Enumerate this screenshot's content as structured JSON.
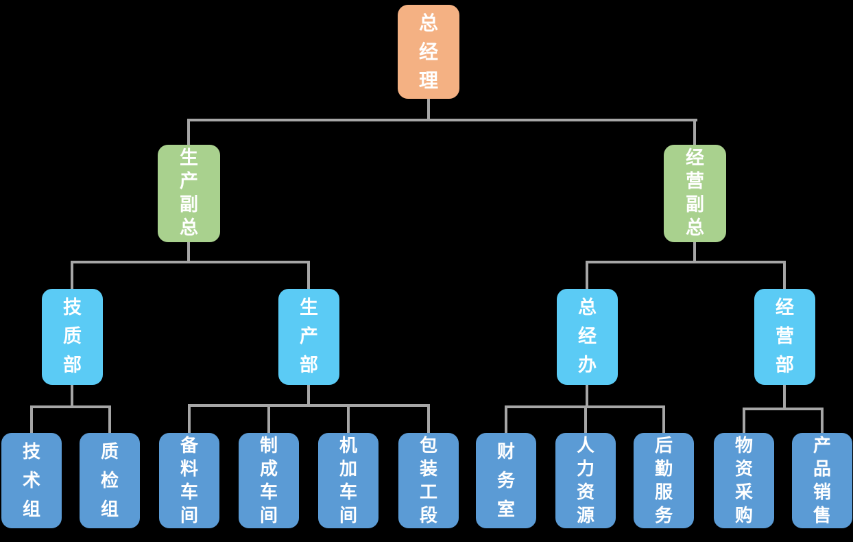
{
  "diagram": {
    "type": "org-chart",
    "background": "#000000",
    "connector_color": "#A6A6A6",
    "text_color": "#FFFFFF",
    "level_colors": {
      "level1": "#F4B183",
      "level2": "#A9D18E",
      "level3": "#5BCBF5",
      "level4": "#5B9BD5"
    }
  },
  "org_tree": {
    "label": "总经理",
    "children": [
      {
        "label": "生产副总",
        "children": [
          {
            "label": "技质部",
            "children": [
              {
                "label": "技术组"
              },
              {
                "label": "质检组"
              }
            ]
          },
          {
            "label": "生产部",
            "children": [
              {
                "label": "备料车间"
              },
              {
                "label": "制成车间"
              },
              {
                "label": "机加车间"
              },
              {
                "label": "包装工段"
              }
            ]
          }
        ]
      },
      {
        "label": "经营副总",
        "children": [
          {
            "label": "总经办",
            "children": [
              {
                "label": "财务室"
              },
              {
                "label": "人力资源"
              },
              {
                "label": "后勤服务"
              }
            ]
          },
          {
            "label": "经营部",
            "children": [
              {
                "label": "物资采购"
              },
              {
                "label": "产品销售"
              }
            ]
          }
        ]
      }
    ]
  }
}
